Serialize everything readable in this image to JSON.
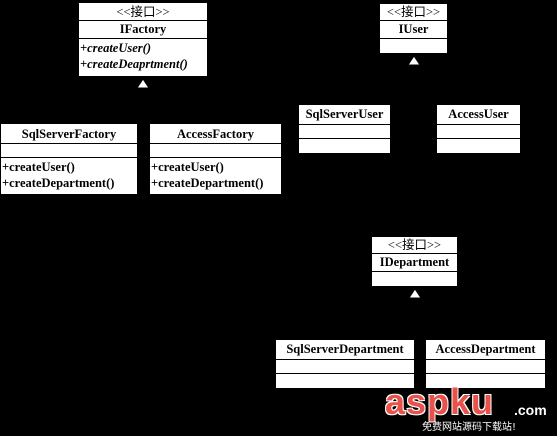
{
  "interfaces": {
    "ifactory": {
      "stereotype": "<<接口>>",
      "name": "IFactory",
      "operations": [
        "+createUser()",
        "+createDeaprtment()"
      ]
    },
    "iuser": {
      "stereotype": "<<接口>>",
      "name": "IUser"
    },
    "idepartment": {
      "stereotype": "<<接口>>",
      "name": "IDepartment"
    }
  },
  "classes": {
    "sqlserver_factory": {
      "name": "SqlServerFactory",
      "operations": [
        "+createUser()",
        "+createDepartment()"
      ]
    },
    "access_factory": {
      "name": "AccessFactory",
      "operations": [
        "+createUser()",
        "+createDepartment()"
      ]
    },
    "sqlserver_user": {
      "name": "SqlServerUser"
    },
    "access_user": {
      "name": "AccessUser"
    },
    "sqlserver_department": {
      "name": "SqlServerDepartment"
    },
    "access_department": {
      "name": "AccessDepartment"
    }
  },
  "watermark": {
    "brand": "aspku",
    "suffix": ".com",
    "tagline": "免费网站源码下载站!",
    "brand_color": "#e8524a"
  },
  "colors": {
    "background": "#000000",
    "box_fill": "#ffffff",
    "line": "#000000"
  }
}
